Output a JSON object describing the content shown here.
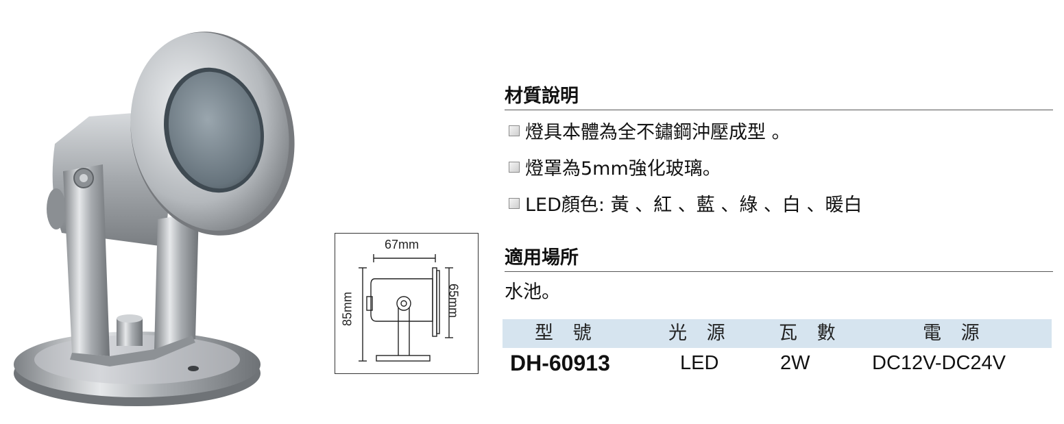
{
  "dimensions": {
    "width": "67mm",
    "height_total": "85mm",
    "height_head": "65mm"
  },
  "material": {
    "title": "材質說明",
    "items": [
      "燈具本體為全不鏽鋼沖壓成型 。",
      "燈罩為5mm強化玻璃。",
      "LED顏色: 黃 、紅 、藍 、綠 、白 、暖白"
    ]
  },
  "usage": {
    "title": "適用場所",
    "text": "水池。"
  },
  "spec": {
    "headers": [
      "型 號",
      "光 源",
      "瓦 數",
      "電 源"
    ],
    "values": [
      "DH-60913",
      "LED",
      "2W",
      "DC12V-DC24V"
    ]
  },
  "colors": {
    "header_bg": "#d6e4ef",
    "steel": "#b9bcbf",
    "lens": "#6f7f8a"
  }
}
